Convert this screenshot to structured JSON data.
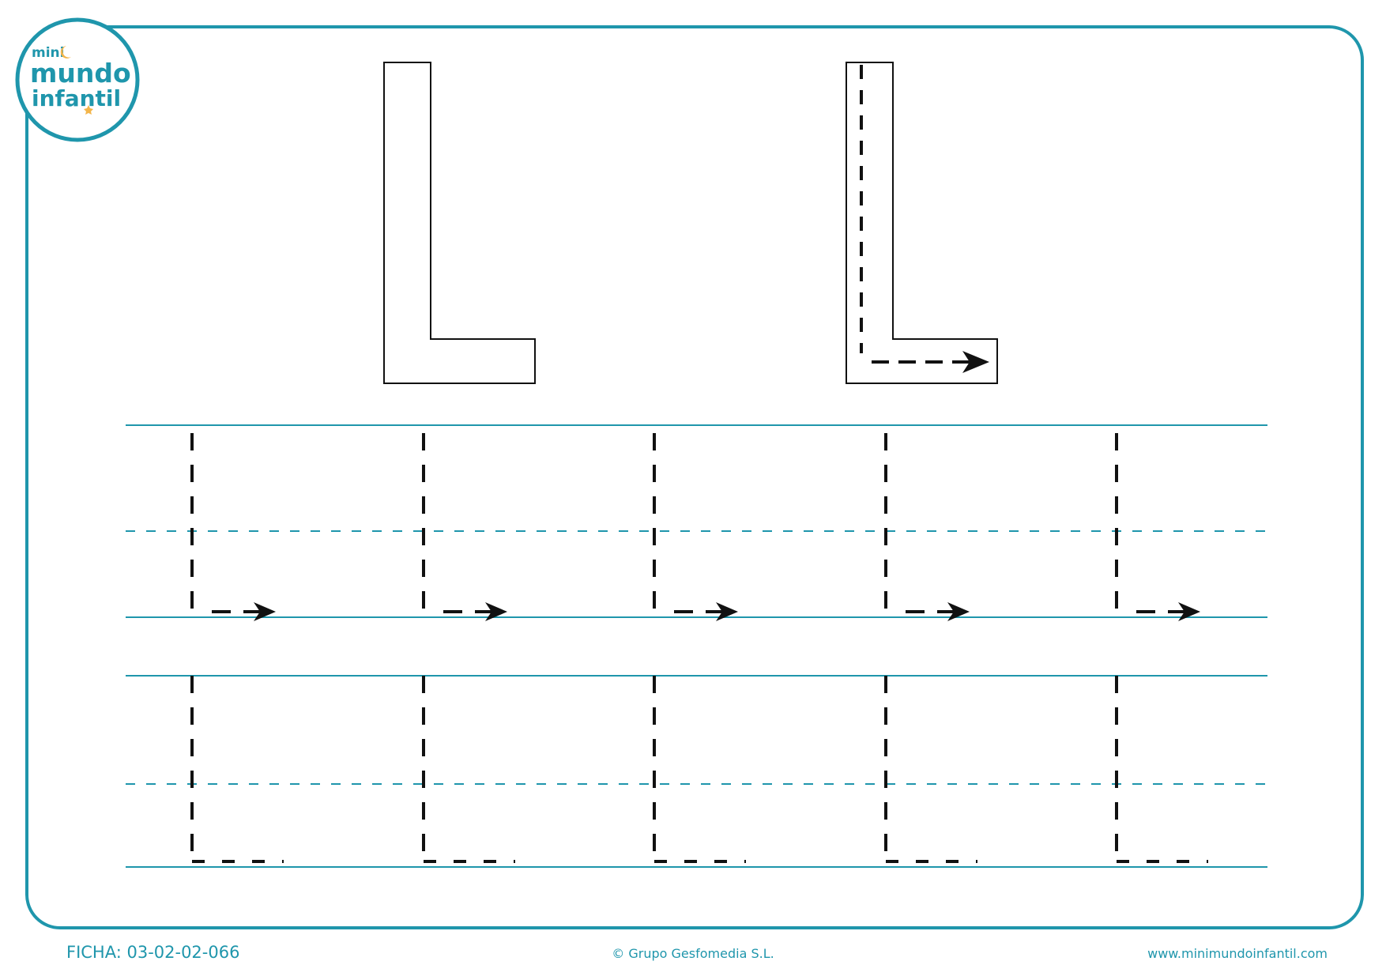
{
  "logo": {
    "line1": "mini",
    "line2": "mundo",
    "line3": "infantil"
  },
  "worksheet": {
    "letter": "L",
    "model_letters": [
      "outline-letter",
      "traced-letter-with-stroke-guide"
    ],
    "practice_rows": 2,
    "letters_per_row": 5
  },
  "footer": {
    "ficha": "FICHA: 03-02-02-066",
    "copyright": "© Grupo Gesfomedia S.L.",
    "website": "www.minimundoinfantil.com"
  },
  "colors": {
    "accent": "#1f96ac",
    "ink": "#111111",
    "logo_moon": "#f3b54a"
  }
}
